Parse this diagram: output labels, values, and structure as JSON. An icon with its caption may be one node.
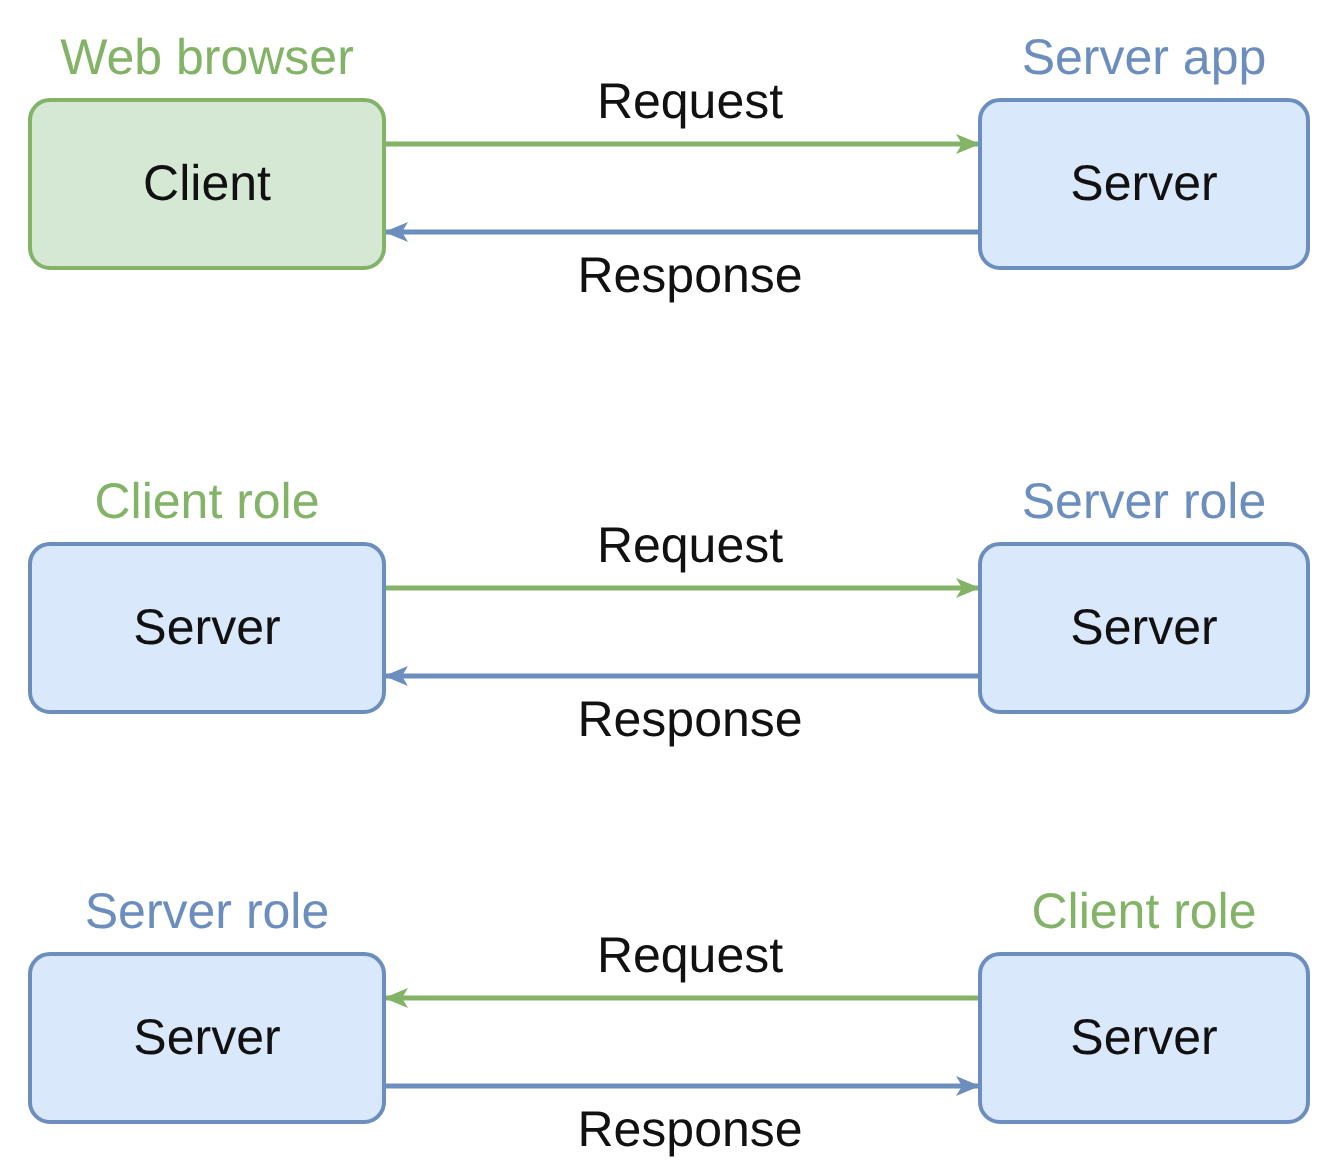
{
  "diagram": {
    "nodes": [
      {
        "text": [
          "Web browser",
          "Client"
        ]
      },
      {
        "text": [
          "Server app",
          "Server"
        ]
      },
      {
        "text": [
          "Client role",
          "Server"
        ]
      },
      {
        "text": [
          "Server role",
          "Server"
        ]
      },
      {
        "text": [
          "Server role",
          "Server"
        ]
      },
      {
        "text": [
          "Client role",
          "Server"
        ]
      }
    ],
    "edges": [
      {
        "from": 0,
        "to": 1,
        "arrow": "to",
        "label": "Request",
        "color": "#82b366"
      },
      {
        "from": 1,
        "to": 0,
        "arrow": "to",
        "label": "Response",
        "color": "#6c8ebf"
      },
      {
        "from": 2,
        "to": 3,
        "arrow": "to",
        "label": "Request",
        "color": "#82b366"
      },
      {
        "from": 3,
        "to": 2,
        "arrow": "to",
        "label": "Response",
        "color": "#6c8ebf"
      },
      {
        "from": 5,
        "to": 4,
        "arrow": "to",
        "label": "Request",
        "color": "#82b366"
      },
      {
        "from": 4,
        "to": 5,
        "arrow": "to",
        "label": "Response",
        "color": "#6c8ebf"
      }
    ]
  }
}
